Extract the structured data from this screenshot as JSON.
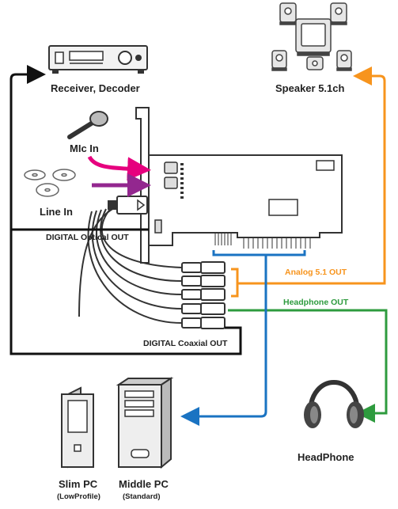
{
  "labels": {
    "receiver": "Receiver, Decoder",
    "speaker": "Speaker 5.1ch",
    "mic": "MIc In",
    "line": "Line In",
    "optical": "DIGITAL Optical OUT",
    "analog": "Analog 5.1 OUT",
    "headphone_out": "Headphone OUT",
    "coaxial": "DIGITAL Coaxial OUT",
    "headphone": "HeadPhone",
    "slim_pc": "Slim PC",
    "slim_pc_sub": "(LowProfile)",
    "middle_pc": "Middle PC",
    "middle_pc_sub": "(Standard)"
  },
  "colors": {
    "analog": "#f7941d",
    "headphone": "#2e9b3e",
    "pc_link": "#1a73c2",
    "mic": "#e6007e",
    "line": "#93278f",
    "digital": "#111111"
  }
}
